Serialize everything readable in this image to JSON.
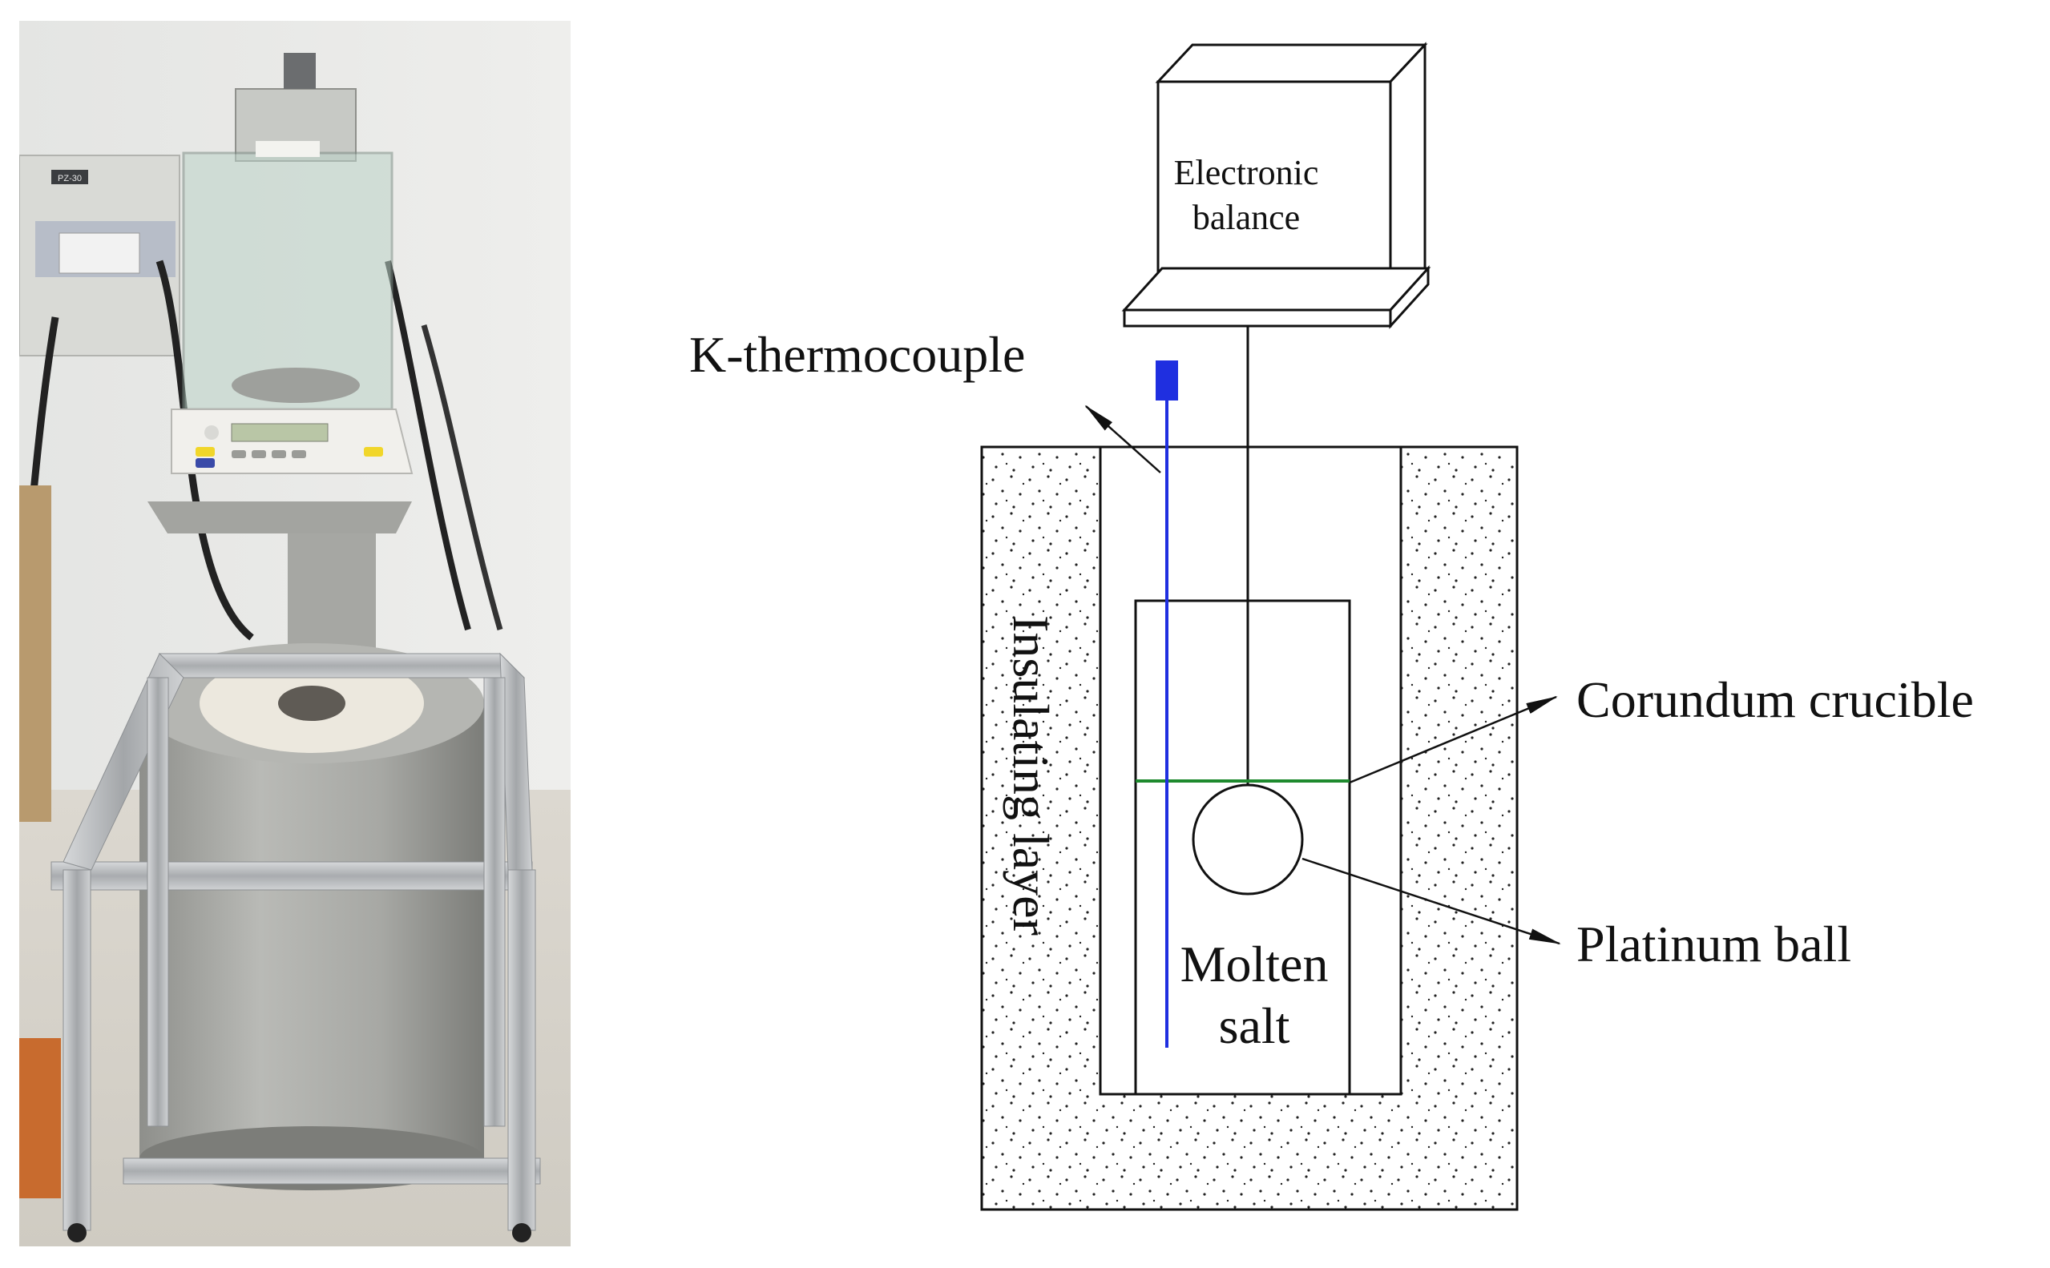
{
  "photo": {
    "panel_label": "PZ-30"
  },
  "diagram": {
    "balance_label_line1": "Electronic",
    "balance_label_line2": "balance",
    "thermocouple_label": "K-thermocouple",
    "insulating_label": "Insulating layer",
    "crucible_label": "Corundum crucible",
    "ball_label": "Platinum ball",
    "salt_label_line1": "Molten",
    "salt_label_line2": "salt",
    "colors": {
      "thermocouple": "#1f2fe0",
      "salt_level": "#1e8a2e",
      "outline": "#111111"
    }
  }
}
